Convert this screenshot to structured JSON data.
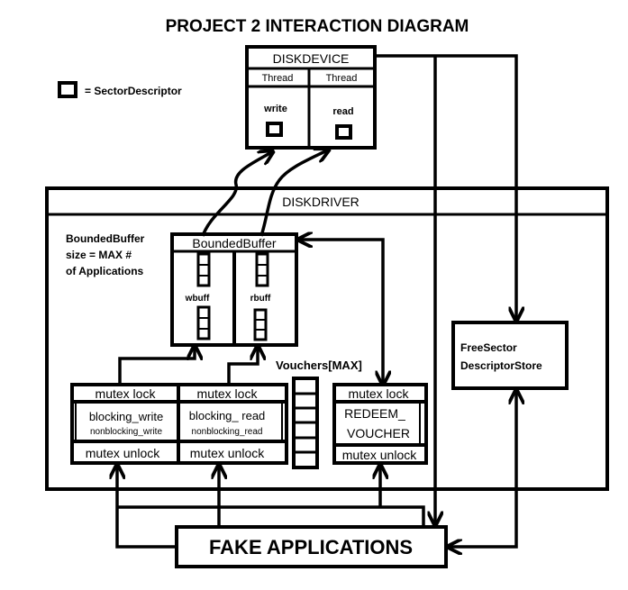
{
  "title": "PROJECT 2 INTERACTION DIAGRAM",
  "legend": {
    "label": "= SectorDescriptor"
  },
  "disk_device": {
    "title": "DISKDEVICE",
    "thread_left": "Thread",
    "thread_right": "Thread",
    "write_label": "write",
    "read_label": "read"
  },
  "disk_driver": {
    "title": "DISKDRIVER"
  },
  "bounded_buffer": {
    "note_line1": "BoundedBuffer",
    "note_line2": "size = MAX #",
    "note_line3": "of Applications",
    "title": "BoundedBuffer",
    "wbuff_label": "wbuff",
    "rbuff_label": "rbuff"
  },
  "vouchers": {
    "label": "Vouchers[MAX]"
  },
  "write_block": {
    "lock": "mutex lock",
    "main": "blocking_write",
    "sub": "nonblocking_write",
    "unlock": "mutex unlock"
  },
  "read_block": {
    "lock": "mutex lock",
    "main": "blocking_ read",
    "sub": "nonblocking_read",
    "unlock": "mutex unlock"
  },
  "redeem_block": {
    "lock": "mutex lock",
    "line1": "REDEEM_",
    "line2": "VOUCHER",
    "unlock": "mutex unlock"
  },
  "free_sector_store": {
    "line1": "FreeSector",
    "line2": "DescriptorStore"
  },
  "fake_apps": {
    "label": "FAKE APPLICATIONS"
  }
}
